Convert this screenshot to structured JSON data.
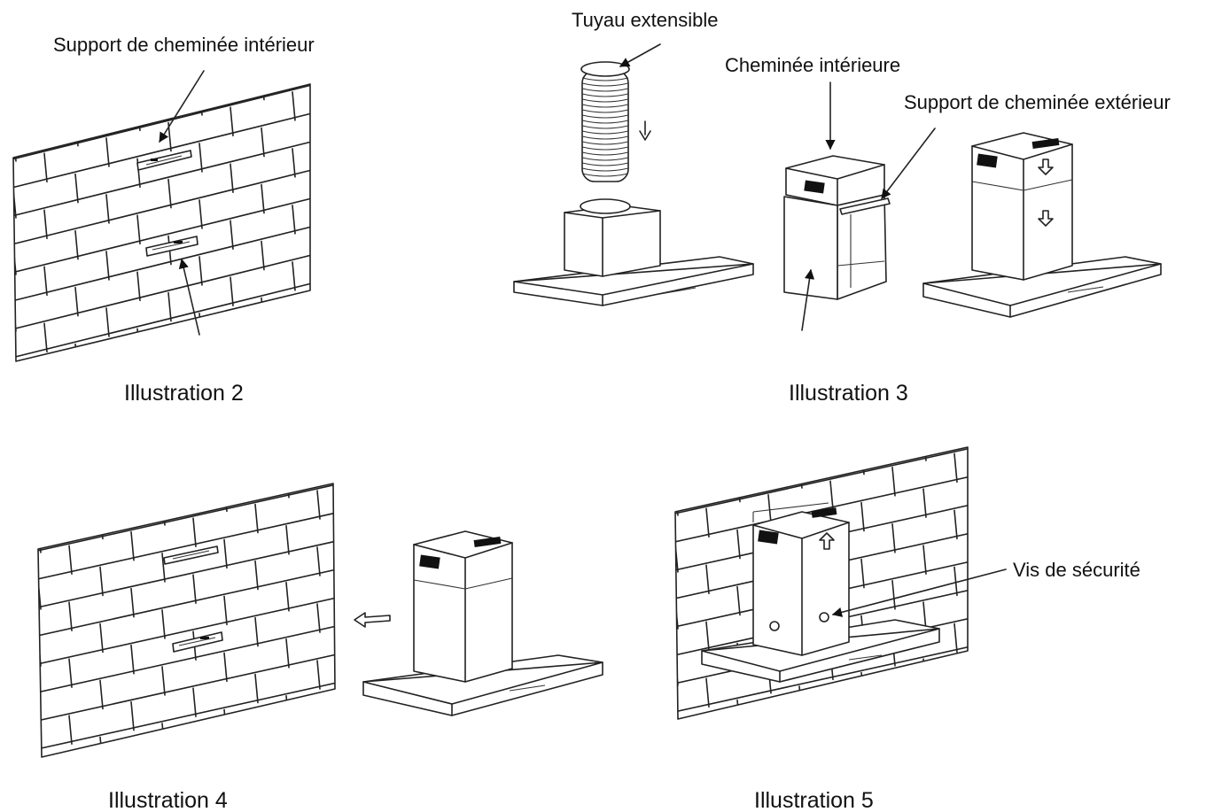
{
  "labels": {
    "support_interieur": "Support de cheminée intérieur",
    "tuyau": "Tuyau extensible",
    "cheminee_interieure": "Cheminée intérieure",
    "support_exterieur": "Support de cheminée extérieur",
    "vis": "Vis de sécurité"
  },
  "captions": {
    "ill2": "Illustration 2",
    "ill3": "Illustration 3",
    "ill4": "Illustration 4",
    "ill5": "Illustration 5"
  }
}
